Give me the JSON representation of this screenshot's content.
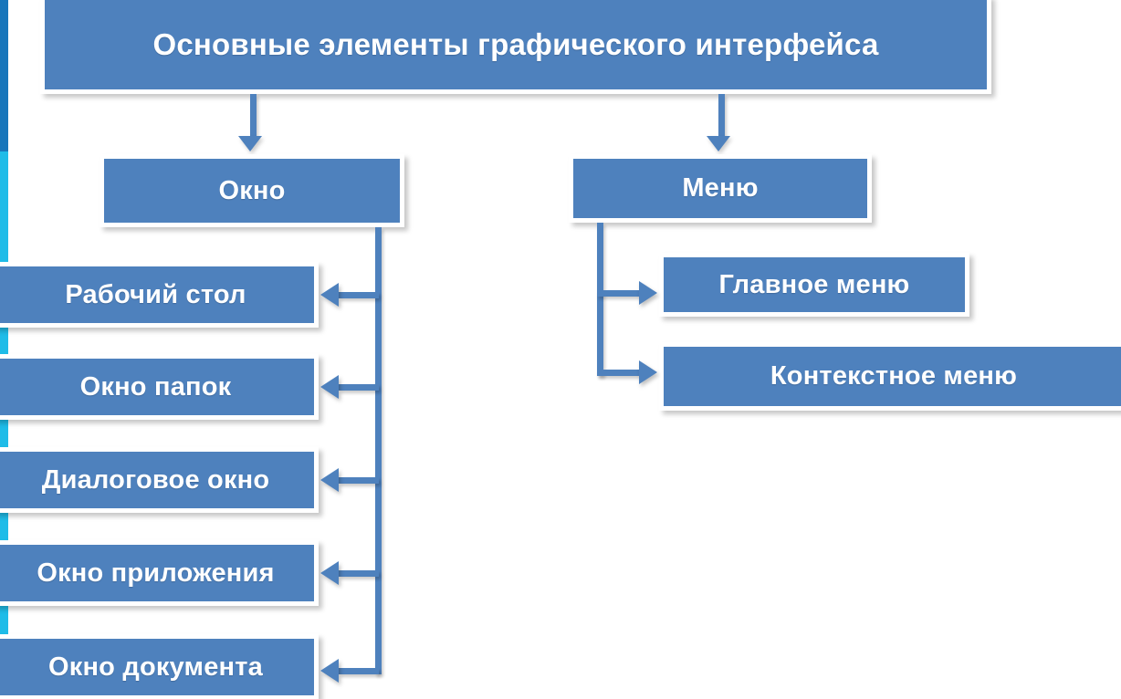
{
  "theme": {
    "box_fill": "#4e81bd",
    "box_border": "#ffffff",
    "text_color": "#ffffff",
    "connector_color": "#4e81bd",
    "edge_strip_top": "#1876bb",
    "edge_strip_bottom": "#1fbce8",
    "background": "#ffffff"
  },
  "diagram": {
    "type": "hierarchy-tree",
    "title": "Основные элементы графического интерфейса",
    "root": {
      "label": "Основные элементы графического интерфейса"
    },
    "branches": [
      {
        "id": "okno",
        "label": "Окно",
        "children": [
          {
            "label": "Рабочий стол"
          },
          {
            "label": "Окно папок"
          },
          {
            "label": "Диалоговое окно"
          },
          {
            "label": "Окно приложения"
          },
          {
            "label": "Окно документа"
          }
        ]
      },
      {
        "id": "menyu",
        "label": "Меню",
        "children": [
          {
            "label": "Главное меню"
          },
          {
            "label": "Контекстное меню"
          }
        ]
      }
    ]
  }
}
